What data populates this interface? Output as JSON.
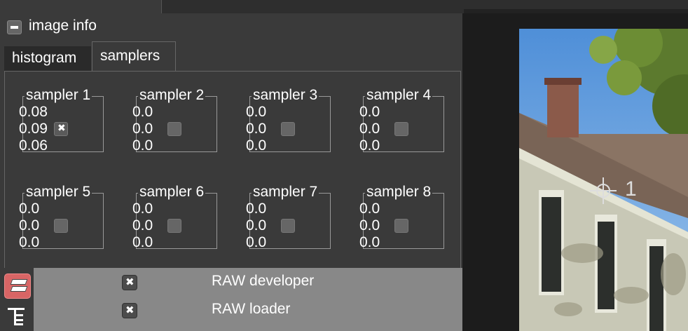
{
  "panel": {
    "title": "image info"
  },
  "tabs": [
    {
      "label": "histogram",
      "active": false
    },
    {
      "label": "samplers",
      "active": true
    }
  ],
  "samplers": [
    {
      "title": "sampler 1",
      "values": [
        "0.08",
        "0.09",
        "0.06"
      ],
      "enabled": true
    },
    {
      "title": "sampler 2",
      "values": [
        "0.0",
        "0.0",
        "0.0"
      ],
      "enabled": false
    },
    {
      "title": "sampler 3",
      "values": [
        "0.0",
        "0.0",
        "0.0"
      ],
      "enabled": false
    },
    {
      "title": "sampler 4",
      "values": [
        "0.0",
        "0.0",
        "0.0"
      ],
      "enabled": false
    },
    {
      "title": "sampler 5",
      "values": [
        "0.0",
        "0.0",
        "0.0"
      ],
      "enabled": false
    },
    {
      "title": "sampler 6",
      "values": [
        "0.0",
        "0.0",
        "0.0"
      ],
      "enabled": false
    },
    {
      "title": "sampler 7",
      "values": [
        "0.0",
        "0.0",
        "0.0"
      ],
      "enabled": false
    },
    {
      "title": "sampler 8",
      "values": [
        "0.0",
        "0.0",
        "0.0"
      ],
      "enabled": false
    }
  ],
  "modules": [
    {
      "label": "RAW developer",
      "enabled": true
    },
    {
      "label": "RAW loader",
      "enabled": true
    }
  ],
  "side_icons": [
    "layers-icon",
    "tree-icon"
  ],
  "viewer": {
    "sampler_label": "1"
  },
  "colors": {
    "accent": "#d86565",
    "panel_bg": "#3a3a3a",
    "module_bg": "#888888"
  }
}
